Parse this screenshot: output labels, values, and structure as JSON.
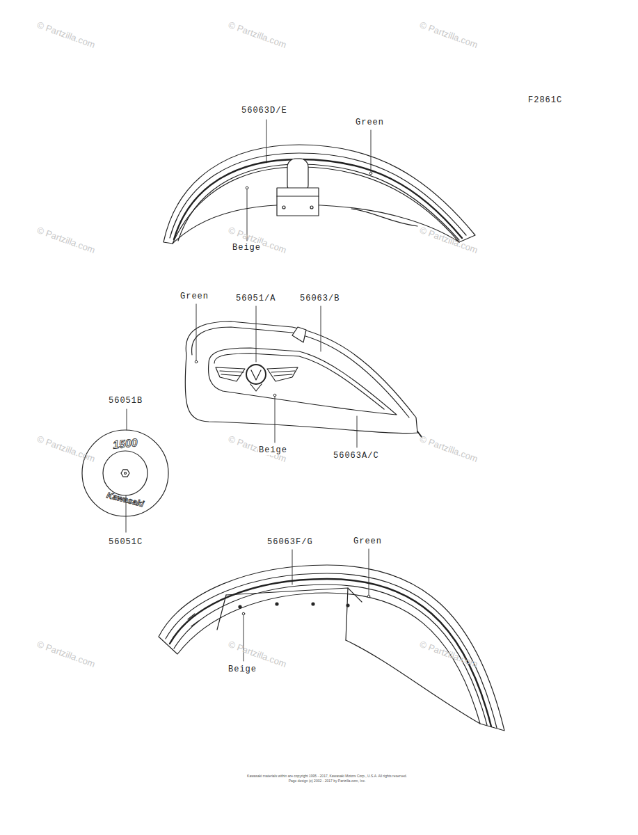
{
  "diagram": {
    "labels": [
      "F2861C",
      "56063D/E",
      "Green",
      "Beige",
      "Green",
      "56051/A",
      "56063/B",
      "56051B",
      "Beige",
      "56063A/C",
      "1500",
      "Kawasaki",
      "56051C",
      "56063F/G",
      "Green",
      "Beige",
      "© Partzilla.com",
      "© Partzilla.com",
      "© Partzilla.com",
      "© Partzilla.com",
      "© Partzilla.com",
      "© Partzilla.com",
      "© Partzilla.com",
      "© Partzilla.com",
      "© Partzilla.com",
      "© Partzilla.com",
      "© Partzilla.com",
      "© Partzilla.com",
      "Kawasaki materials within are copyright 1995 - 2017, Kawasaki Motors Corp., U.S.A. All rights reserved.",
      "Page design (c) 2002 - 2017 by Partzilla.com, Inc."
    ]
  }
}
